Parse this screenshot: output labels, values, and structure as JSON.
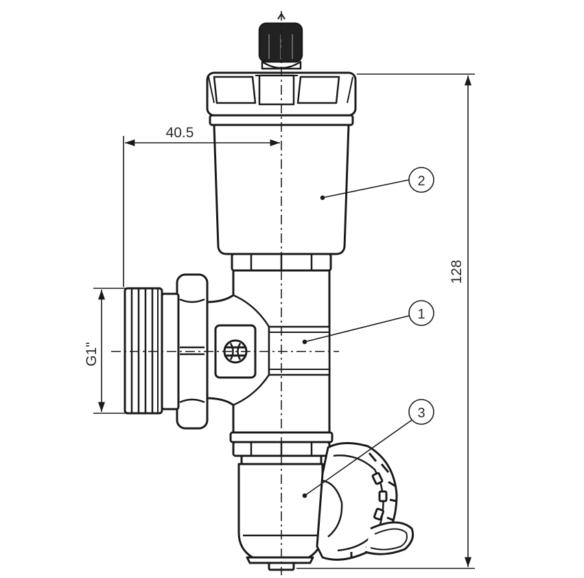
{
  "dimensions": {
    "width_label": "40.5",
    "height_label": "128",
    "thread_label": "G1\""
  },
  "callouts": [
    {
      "number": "1"
    },
    {
      "number": "2"
    },
    {
      "number": "3"
    }
  ],
  "colors": {
    "line": "#1a1a1a",
    "cap": "#222222",
    "fill": "#ffffff"
  }
}
